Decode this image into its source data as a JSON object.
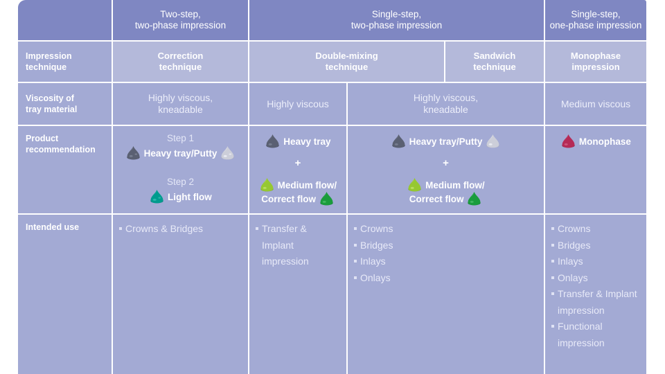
{
  "table": {
    "col_group_headers": [
      {
        "id": "two-step",
        "line1": "Two-step,",
        "line2": "two-phase impression"
      },
      {
        "id": "single-step-two-phase",
        "line1": "Single-step,",
        "line2": "two-phase impression"
      },
      {
        "id": "single-step-one-phase",
        "line1": "Single-step,",
        "line2": "one-phase impression"
      }
    ],
    "rows": {
      "impression_technique": {
        "label_line1": "Impression",
        "label_line2": "technique",
        "values": [
          {
            "id": "correction",
            "line1": "Correction",
            "line2": "technique"
          },
          {
            "id": "double-mixing",
            "line1": "Double-mixing",
            "line2": "technique"
          },
          {
            "id": "sandwich",
            "line1": "Sandwich",
            "line2": "technique"
          },
          {
            "id": "monophase",
            "line1": "Monophase",
            "line2": "impression"
          }
        ]
      },
      "viscosity": {
        "label_line1": "Viscosity of",
        "label_line2": "tray material",
        "values": [
          {
            "id": "correction",
            "line1": "Highly viscous,",
            "line2": "kneadable"
          },
          {
            "id": "double-mixing",
            "line1": "Highly viscous",
            "line2": ""
          },
          {
            "id": "sandwich-monophase-group",
            "line1": "Highly viscous,",
            "line2": "kneadable"
          },
          {
            "id": "monophase",
            "line1": "Medium viscous",
            "line2": ""
          }
        ]
      },
      "product_recommendation": {
        "label_line1": "Product",
        "label_line2": "recommendation",
        "correction": {
          "step1_label": "Step 1",
          "step1_product": "Heavy tray/Putty",
          "step2_label": "Step 2",
          "step2_product": "Light flow"
        },
        "double_mixing": {
          "top_product": "Heavy tray",
          "separator": "+",
          "bottom_product_line1": "Medium flow/",
          "bottom_product_line2": "Correct flow"
        },
        "sandwich": {
          "top_product": "Heavy tray/Putty",
          "separator": "+",
          "bottom_product_line1": "Medium flow/",
          "bottom_product_line2": "Correct flow"
        },
        "monophase": {
          "product": "Monophase"
        }
      },
      "intended_use": {
        "label": "Intended use",
        "correction": [
          "Crowns & Bridges"
        ],
        "double_mixing": [
          "Transfer & Implant impression"
        ],
        "sandwich": [
          "Crowns",
          "Bridges",
          "Inlays",
          "Onlays"
        ],
        "monophase": [
          "Crowns",
          "Bridges",
          "Inlays",
          "Onlays",
          "Transfer & Implant impression",
          "Functional impression"
        ]
      }
    }
  },
  "colors": {
    "header_band": "#7f87c2",
    "technique_band": "#b4b9da",
    "body_band": "#a3aad4",
    "grid_line": "#ffffff",
    "text": "#ffffff",
    "blob_heavy_tray": "#5a6072",
    "blob_putty": "#c9cbd8",
    "blob_light_flow": "#009b8e",
    "blob_medium_flow": "#96c832",
    "blob_correct_flow": "#1a9c3c",
    "blob_monophase": "#b52a56"
  }
}
